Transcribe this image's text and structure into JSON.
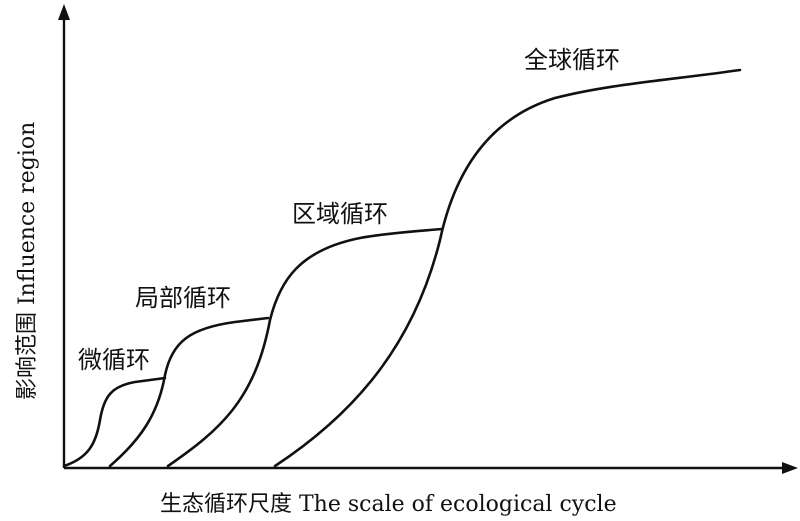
{
  "diagram": {
    "x_axis_label": "生态循环尺度 The scale of ecological cycle",
    "y_axis_label": "影响范围 Influence region",
    "curves": [
      {
        "id": "micro",
        "label": "微循环"
      },
      {
        "id": "local",
        "label": "局部循环"
      },
      {
        "id": "regional",
        "label": "区域循环"
      },
      {
        "id": "global",
        "label": "全球循环"
      }
    ]
  }
}
